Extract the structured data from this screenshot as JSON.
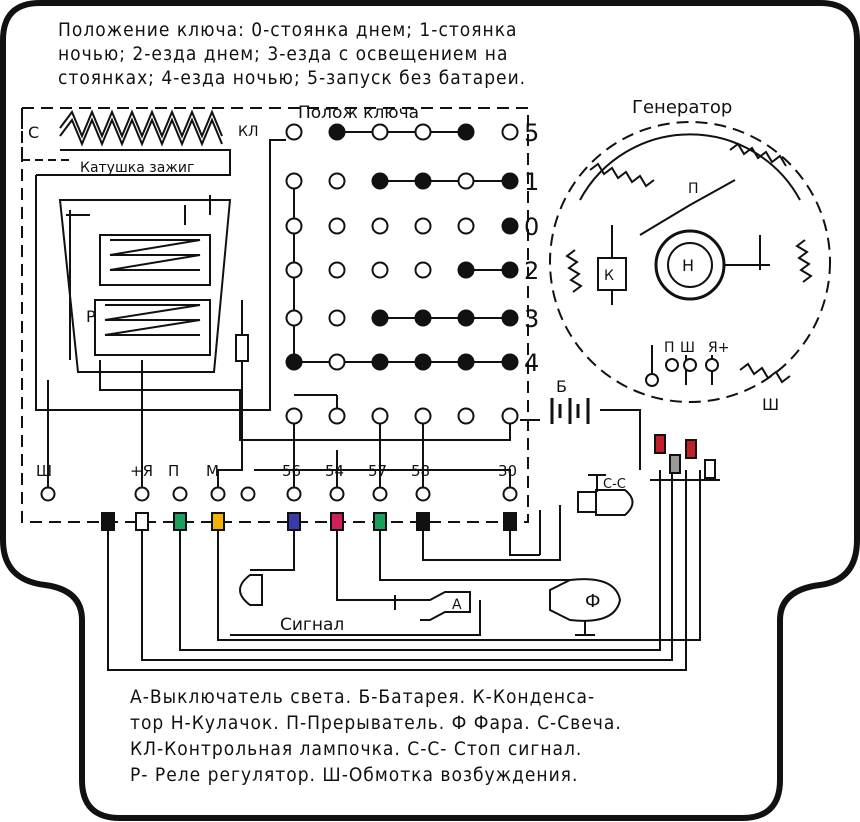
{
  "top_caption": {
    "lines": [
      "Положение ключа: 0-стоянка днем; 1-стоянка",
      "ночью; 2-езда днем; 3-езда с освещением на",
      "стоянках; 4-езда ночью; 5-запуск без батареи."
    ]
  },
  "labels": {
    "key_position": "Полож ключа",
    "generator": "Генератор",
    "ignition_coil": "Катушка зажиг",
    "coil_terminal": "С",
    "control_lamp": "КЛ",
    "relay": "Р",
    "battery": "Б",
    "condenser": "К",
    "cam": "Н",
    "breaker": "П",
    "gen_terminals": [
      "П",
      "Ш",
      "Я+"
    ],
    "field_winding": "Ш",
    "stop_signal": "С-С",
    "headlight": "Ф",
    "light_switch": "А",
    "signal": "Сигнал"
  },
  "switch_grid": {
    "row_labels": [
      "5",
      "1",
      "0",
      "2",
      "3",
      "4",
      ""
    ],
    "rows": [
      [
        0,
        1,
        0,
        0,
        1,
        0
      ],
      [
        0,
        0,
        1,
        1,
        0,
        1
      ],
      [
        0,
        0,
        0,
        0,
        0,
        1
      ],
      [
        0,
        0,
        0,
        0,
        1,
        1
      ],
      [
        0,
        0,
        1,
        1,
        1,
        1
      ],
      [
        1,
        0,
        1,
        1,
        1,
        1
      ],
      [
        0,
        0,
        0,
        0,
        0,
        0
      ]
    ]
  },
  "terminals": [
    {
      "label": "Ш",
      "color": ""
    },
    {
      "label": "+Я",
      "color": "#ffffff"
    },
    {
      "label": "П",
      "color": "#1aa05a"
    },
    {
      "label": "М",
      "color": "#f2b400"
    },
    {
      "label": "",
      "color": ""
    },
    {
      "label": "56",
      "color": "#3a3aa8"
    },
    {
      "label": "54",
      "color": "#d0205a"
    },
    {
      "label": "57",
      "color": "#1aa05a"
    },
    {
      "label": "58",
      "color": "#111111"
    },
    {
      "label": "30",
      "color": "#111111"
    }
  ],
  "legend": {
    "lines": [
      "А-Выключатель света. Б-Батарея. К-Конденса-",
      "тор Н-Кулачок. П-Прерыватель. Ф Фара. С-Свеча.",
      "КЛ-Контрольная лампочка. С-С- Стоп сигнал.",
      "Р- Реле регулятор. Ш-Обмотка возбуждения."
    ]
  }
}
